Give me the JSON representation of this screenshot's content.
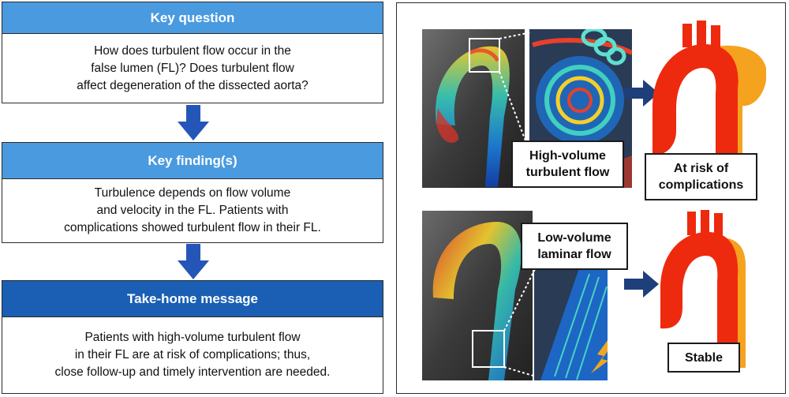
{
  "key_question": {
    "header": "Key question",
    "lines": [
      "How does turbulent flow occur in the",
      "false lumen (FL)? Does turbulent flow",
      "affect degeneration of the dissected aorta?"
    ]
  },
  "key_findings": {
    "header": "Key finding(s)",
    "lines": [
      "Turbulence depends on flow volume",
      "and velocity in the FL. Patients with",
      "complications showed turbulent flow in their FL."
    ]
  },
  "take_home": {
    "header": "Take-home message",
    "lines": [
      "Patients with high-volume turbulent flow",
      "in their FL are at risk of complications; thus,",
      "close follow-up and timely intervention are needed."
    ]
  },
  "colors": {
    "header_light": "#4a9ae0",
    "header_dark": "#1a5fb4",
    "arrow": "#2456b8",
    "aorta_red": "#ee2a0e",
    "aorta_orange": "#f5a21f",
    "right_arrow": "#1f3f7a"
  },
  "figure": {
    "top": {
      "flow_label": [
        "High-volume",
        "turbulent flow"
      ],
      "outcome_label": [
        "At risk of",
        "complications"
      ]
    },
    "bottom": {
      "flow_label": [
        "Low-volume",
        "laminar flow"
      ],
      "outcome_label": [
        "Stable"
      ]
    }
  }
}
